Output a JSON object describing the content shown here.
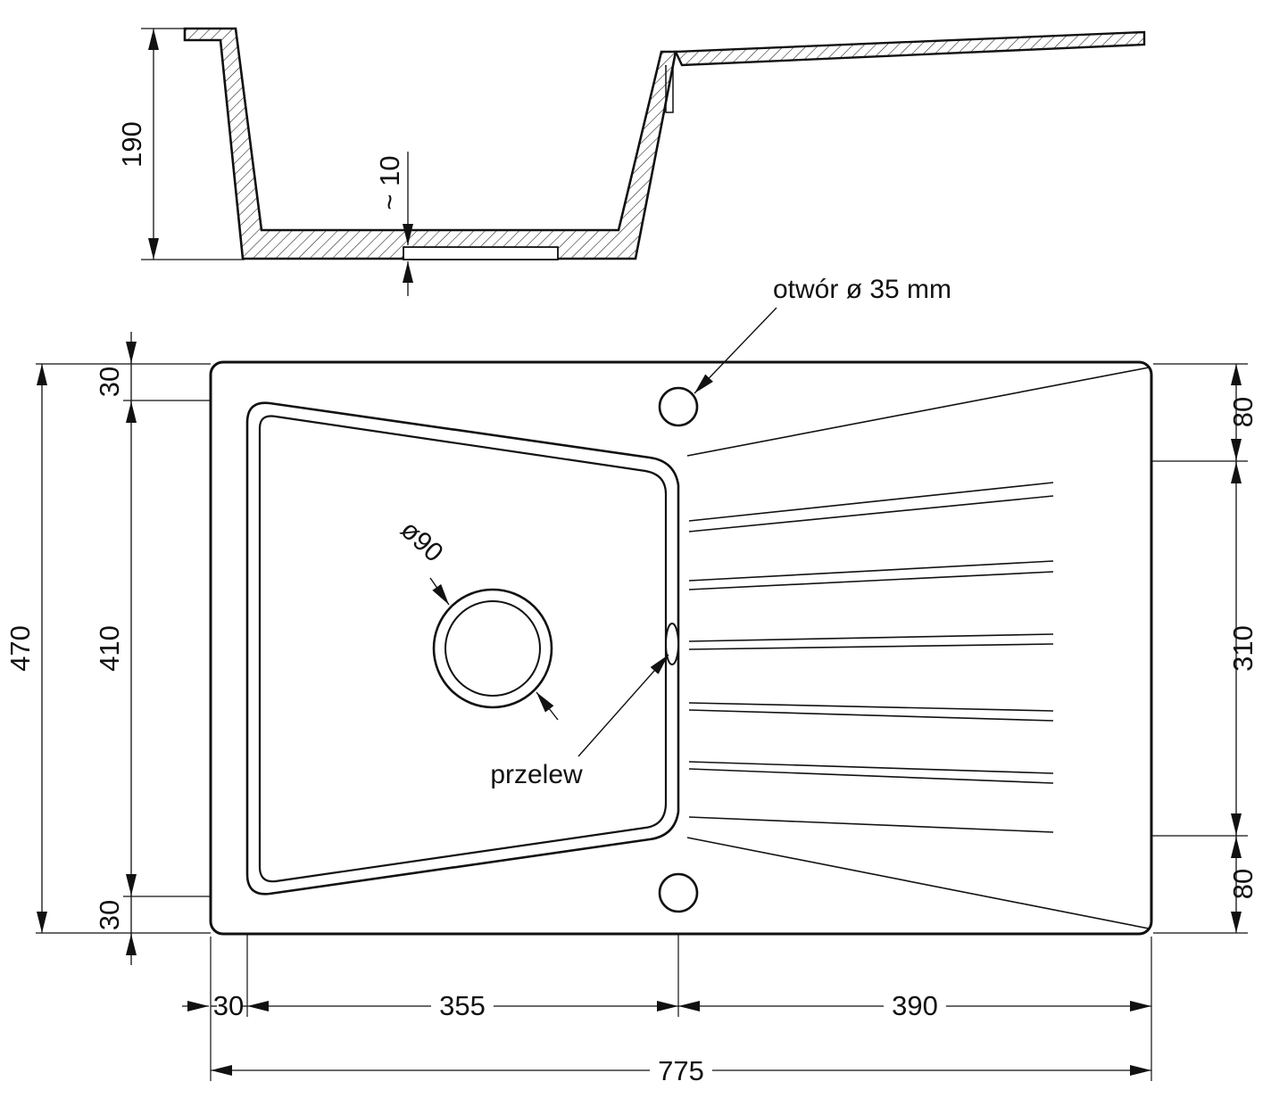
{
  "drawing": {
    "section": {
      "dim_depth": "190",
      "dim_bottom_offset": "~ 10"
    },
    "plan": {
      "dim_total_height": "470",
      "dim_bowl_height": "410",
      "dim_top_margin": "30",
      "dim_bottom_margin": "30",
      "dim_right_top": "80",
      "dim_drainer_height": "310",
      "dim_right_bottom": "80",
      "dim_left_margin": "30",
      "dim_bowl_width": "355",
      "dim_drainer_width": "390",
      "dim_total_width": "775",
      "label_tap_hole": "otwór ø 35 mm",
      "label_drain": "ø90",
      "label_overflow": "przelew"
    }
  }
}
